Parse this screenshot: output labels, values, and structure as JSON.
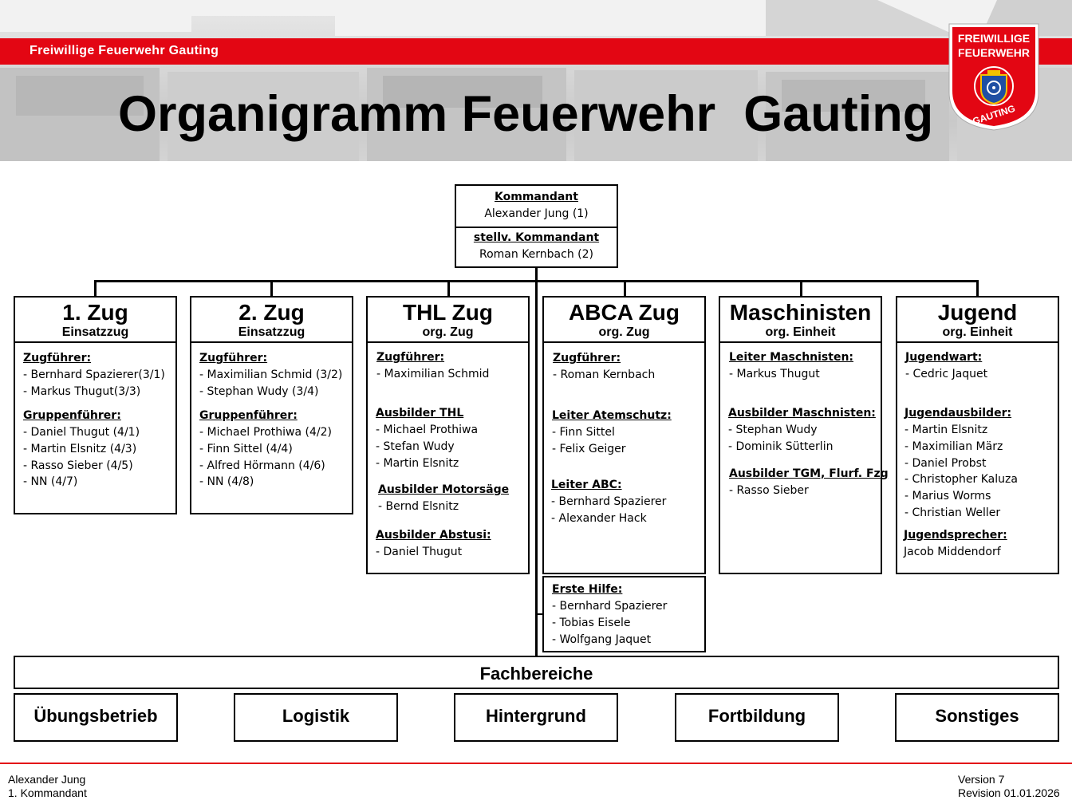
{
  "header": {
    "org_name": "Freiwillige Feuerwehr Gauting",
    "title": "Organigramm Feuerwehr  Gauting",
    "logo": {
      "line1": "FREIWILLIGE",
      "line2": "FEUERWEHR",
      "line3": "GAUTING"
    }
  },
  "command": {
    "kommandant_title": "Kommandant",
    "kommandant_name": "Alexander Jung  (1)",
    "stellv_title": "stellv.  Kommandant",
    "stellv_name": "Roman Kernbach (2)"
  },
  "columns": [
    {
      "title": "1. Zug",
      "subtitle": "Einsatzzug",
      "sections": [
        {
          "title": "Zugführer:",
          "items": [
            "- Bernhard Spazierer(3/1)",
            "- Markus Thugut(3/3)"
          ]
        },
        {
          "title": "Gruppenführer:",
          "items": [
            "- Daniel Thugut (4/1)",
            "- Martin Elsnitz (4/3)",
            "- Rasso Sieber (4/5)",
            "- NN (4/7)"
          ]
        }
      ]
    },
    {
      "title": "2. Zug",
      "subtitle": "Einsatzzug",
      "sections": [
        {
          "title": "Zugführer:",
          "items": [
            "- Maximilian Schmid (3/2)",
            "- Stephan Wudy (3/4)"
          ]
        },
        {
          "title": "Gruppenführer:",
          "items": [
            "- Michael Prothiwa (4/2)",
            "- Finn Sittel (4/4)",
            "- Alfred Hörmann (4/6)",
            "-  NN (4/8)"
          ]
        }
      ]
    },
    {
      "title": "THL Zug",
      "subtitle": "org. Zug",
      "sections": [
        {
          "title": "Zugführer:",
          "items": [
            "- Maximilian Schmid"
          ]
        },
        {
          "title": "Ausbilder THL",
          "items": [
            "- Michael Prothiwa",
            "- Stefan Wudy",
            "- Martin Elsnitz"
          ]
        },
        {
          "title": "Ausbilder Motorsäge",
          "items": [
            "- Bernd Elsnitz"
          ]
        },
        {
          "title": "Ausbilder  Abstusi:",
          "items": [
            "- Daniel Thugut"
          ]
        }
      ]
    },
    {
      "title": "ABCA Zug",
      "subtitle": "org. Zug",
      "sections": [
        {
          "title": "Zugführer:",
          "items": [
            "- Roman Kernbach"
          ]
        },
        {
          "title": "Leiter  Atemschutz:",
          "items": [
            "- Finn Sittel",
            "- Felix Geiger"
          ]
        },
        {
          "title": "Leiter  ABC:",
          "items": [
            "- Bernhard Spazierer",
            "- Alexander Hack"
          ]
        }
      ]
    },
    {
      "title": "Maschinisten",
      "subtitle": "org. Einheit",
      "sections": [
        {
          "title": "Leiter Maschnisten:",
          "items": [
            "- Markus Thugut"
          ]
        },
        {
          "title": "Ausbilder Maschnisten:",
          "items": [
            "- Stephan Wudy",
            "- Dominik Sütterlin"
          ]
        },
        {
          "title": "Ausbilder TGM, Flurf. Fzg",
          "items": [
            "- Rasso Sieber"
          ]
        }
      ]
    },
    {
      "title": "Jugend",
      "subtitle": "org. Einheit",
      "sections": [
        {
          "title": "Jugendwart:",
          "items": [
            "- Cedric Jaquet"
          ]
        },
        {
          "title": "Jugendausbilder:",
          "items": [
            "- Martin Elsnitz",
            "- Maximilian März",
            "- Daniel Probst",
            "- Christopher Kaluza",
            "- Marius Worms",
            "- Christian Weller"
          ]
        },
        {
          "title": "Jugendsprecher:",
          "items": [
            "Jacob Middendorf"
          ]
        }
      ]
    }
  ],
  "erste_hilfe": {
    "title": "Erste Hilfe:",
    "items": [
      "- Bernhard Spazierer",
      "- Tobias Eisele",
      "- Wolfgang Jaquet"
    ]
  },
  "fachbereiche": {
    "label": "Fachbereiche",
    "items": [
      "Übungsbetrieb",
      "Logistik",
      "Hintergrund",
      "Fortbildung",
      "Sonstiges"
    ]
  },
  "footer": {
    "author": "Alexander Jung",
    "role": "1. Kommandant",
    "version": "Version 7",
    "revision": "Revision 01.01.2026"
  },
  "colors": {
    "brand_red": "#e30613"
  },
  "icons": {
    "logo": "fire-department-crest-icon"
  }
}
